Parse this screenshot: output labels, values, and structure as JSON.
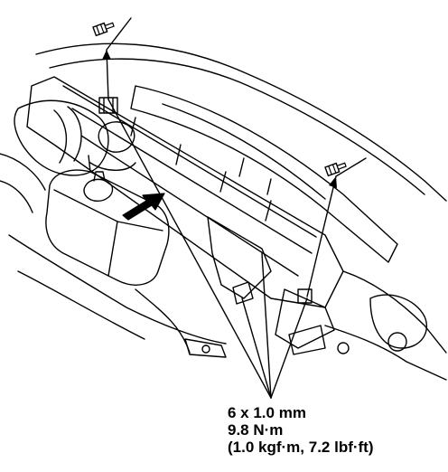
{
  "spec": {
    "size": "6 x 1.0 mm",
    "torque": "9.8 N·m",
    "torque_alt": "(1.0 kgf·m, 7.2 lbf·ft)"
  },
  "icons": [
    "bolt-icon",
    "bolt-icon",
    "direction-arrow-icon"
  ],
  "colors": {
    "line": "#000000",
    "background": "#ffffff"
  }
}
